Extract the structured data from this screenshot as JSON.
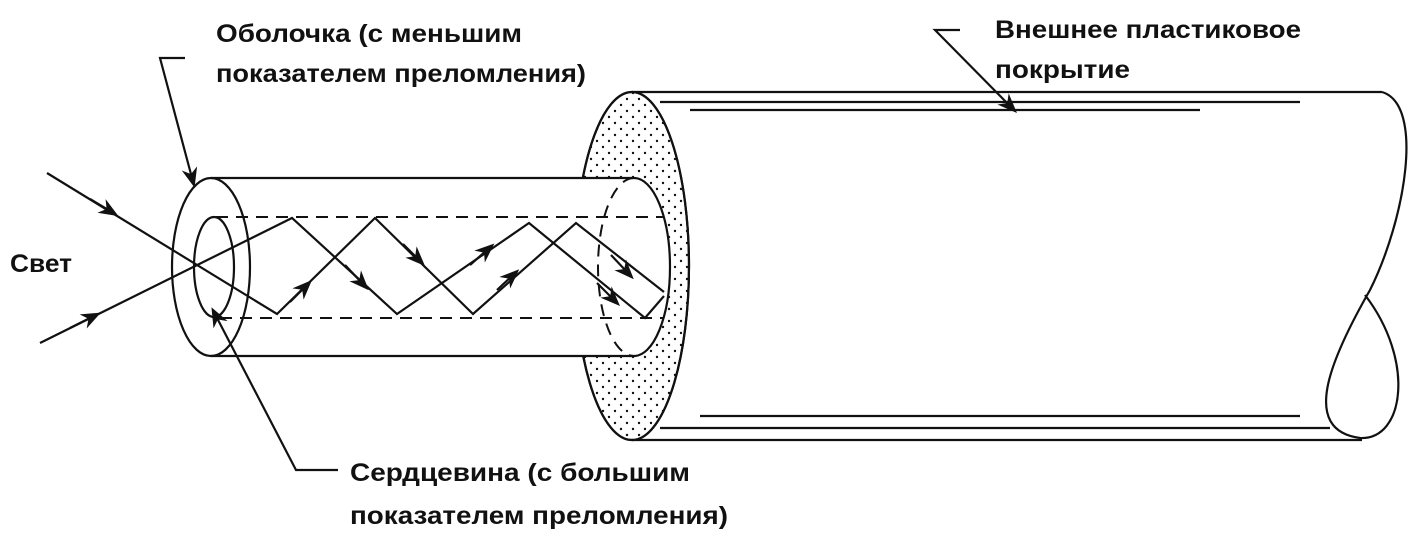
{
  "labels": {
    "cladding": [
      "Оболочка (с меньшим",
      "показателем преломления)"
    ],
    "jacket": [
      "Внешнее пластиковое",
      "покрытие"
    ],
    "light": "Свет",
    "core": [
      "Сердцевина (с большим",
      "показателем преломления)"
    ]
  },
  "colors": {
    "ink": "#111111",
    "background": "#ffffff"
  }
}
